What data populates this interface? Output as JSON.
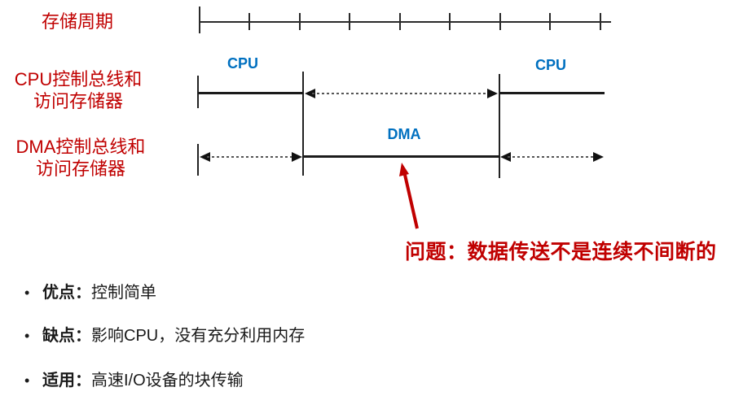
{
  "colors": {
    "accent_red": "#C00000",
    "accent_blue": "#0070C0",
    "line_black": "#1B1B1B",
    "dash_gray": "#555555"
  },
  "side_labels": {
    "storage_cycle": "存储周期",
    "cpu_row": {
      "line1": "CPU控制总线和",
      "line2": "访问存储器"
    },
    "dma_row": {
      "line1": "DMA控制总线和",
      "line2": "访问存储器"
    }
  },
  "diagram": {
    "cpu_segment_left_label": "CPU",
    "cpu_segment_right_label": "CPU",
    "dma_segment_label": "DMA",
    "annotation": "问题：数据传送不是连续不间断的",
    "timeline_tick_count": 9
  },
  "bullets": {
    "marker": "•",
    "items": [
      {
        "term": "优点：",
        "desc": "控制简单"
      },
      {
        "term": "缺点：",
        "desc": "影响CPU，没有充分利用内存"
      },
      {
        "term": "适用：",
        "desc": "高速I/O设备的块传输"
      }
    ]
  }
}
